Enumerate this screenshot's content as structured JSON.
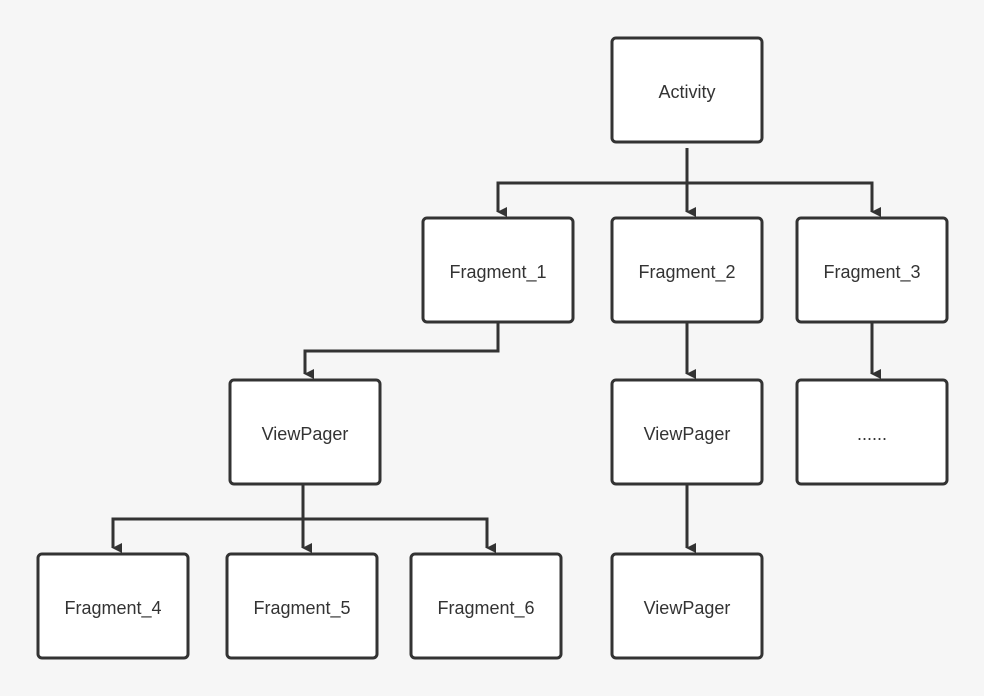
{
  "colors": {
    "background": "#f6f6f6",
    "node_fill": "#ffffff",
    "stroke": "#333333",
    "text": "#333333"
  },
  "nodes": {
    "activity": "Activity",
    "fragment_1": "Fragment_1",
    "fragment_2": "Fragment_2",
    "fragment_3": "Fragment_3",
    "viewpager_a": "ViewPager",
    "viewpager_b": "ViewPager",
    "ellipsis": "......",
    "fragment_4": "Fragment_4",
    "fragment_5": "Fragment_5",
    "fragment_6": "Fragment_6",
    "viewpager_c": "ViewPager"
  },
  "edges": [
    {
      "from": "activity",
      "to": "fragment_1"
    },
    {
      "from": "activity",
      "to": "fragment_2"
    },
    {
      "from": "activity",
      "to": "fragment_3"
    },
    {
      "from": "fragment_1",
      "to": "viewpager_a"
    },
    {
      "from": "fragment_2",
      "to": "viewpager_b"
    },
    {
      "from": "fragment_3",
      "to": "ellipsis"
    },
    {
      "from": "viewpager_a",
      "to": "fragment_4"
    },
    {
      "from": "viewpager_a",
      "to": "fragment_5"
    },
    {
      "from": "viewpager_a",
      "to": "fragment_6"
    },
    {
      "from": "viewpager_b",
      "to": "viewpager_c"
    }
  ]
}
